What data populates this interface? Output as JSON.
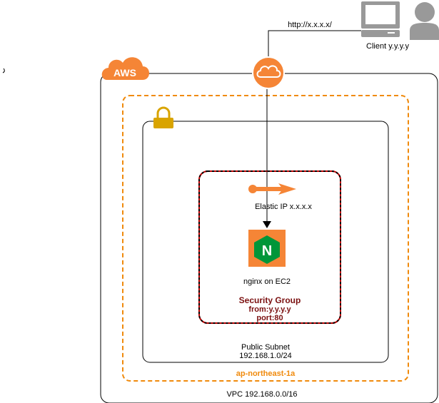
{
  "vpc": {
    "label": "VPC 192.168.0.0/16"
  },
  "aws_badge": {
    "text": "AWS"
  },
  "availability_zone": {
    "label": "ap-northeast-1a"
  },
  "subnet": {
    "line1": "Public Subnet",
    "line2": "192.168.1.0/24"
  },
  "security_group": {
    "line1": "Security Group",
    "line2": "from:y.y.y.y",
    "line3": "port:80"
  },
  "elastic_ip": {
    "label": "Elastic IP x.x.x.x"
  },
  "ec2": {
    "label": "nginx on EC2",
    "logo_letter": "N"
  },
  "client": {
    "label": "Client y.y.y.y",
    "url": "http://x.x.x.x/"
  },
  "colors": {
    "aws_orange": "#f58536",
    "az_orange": "#f08a0c",
    "sg_red": "#c00000",
    "lock_gold": "#d9a400",
    "nginx_green": "#009639",
    "gray_icon": "#999999"
  },
  "icons": [
    "aws-cloud-icon",
    "lock-icon",
    "internet-gateway-icon",
    "elastic-ip-icon",
    "nginx-icon",
    "computer-icon",
    "user-icon"
  ]
}
